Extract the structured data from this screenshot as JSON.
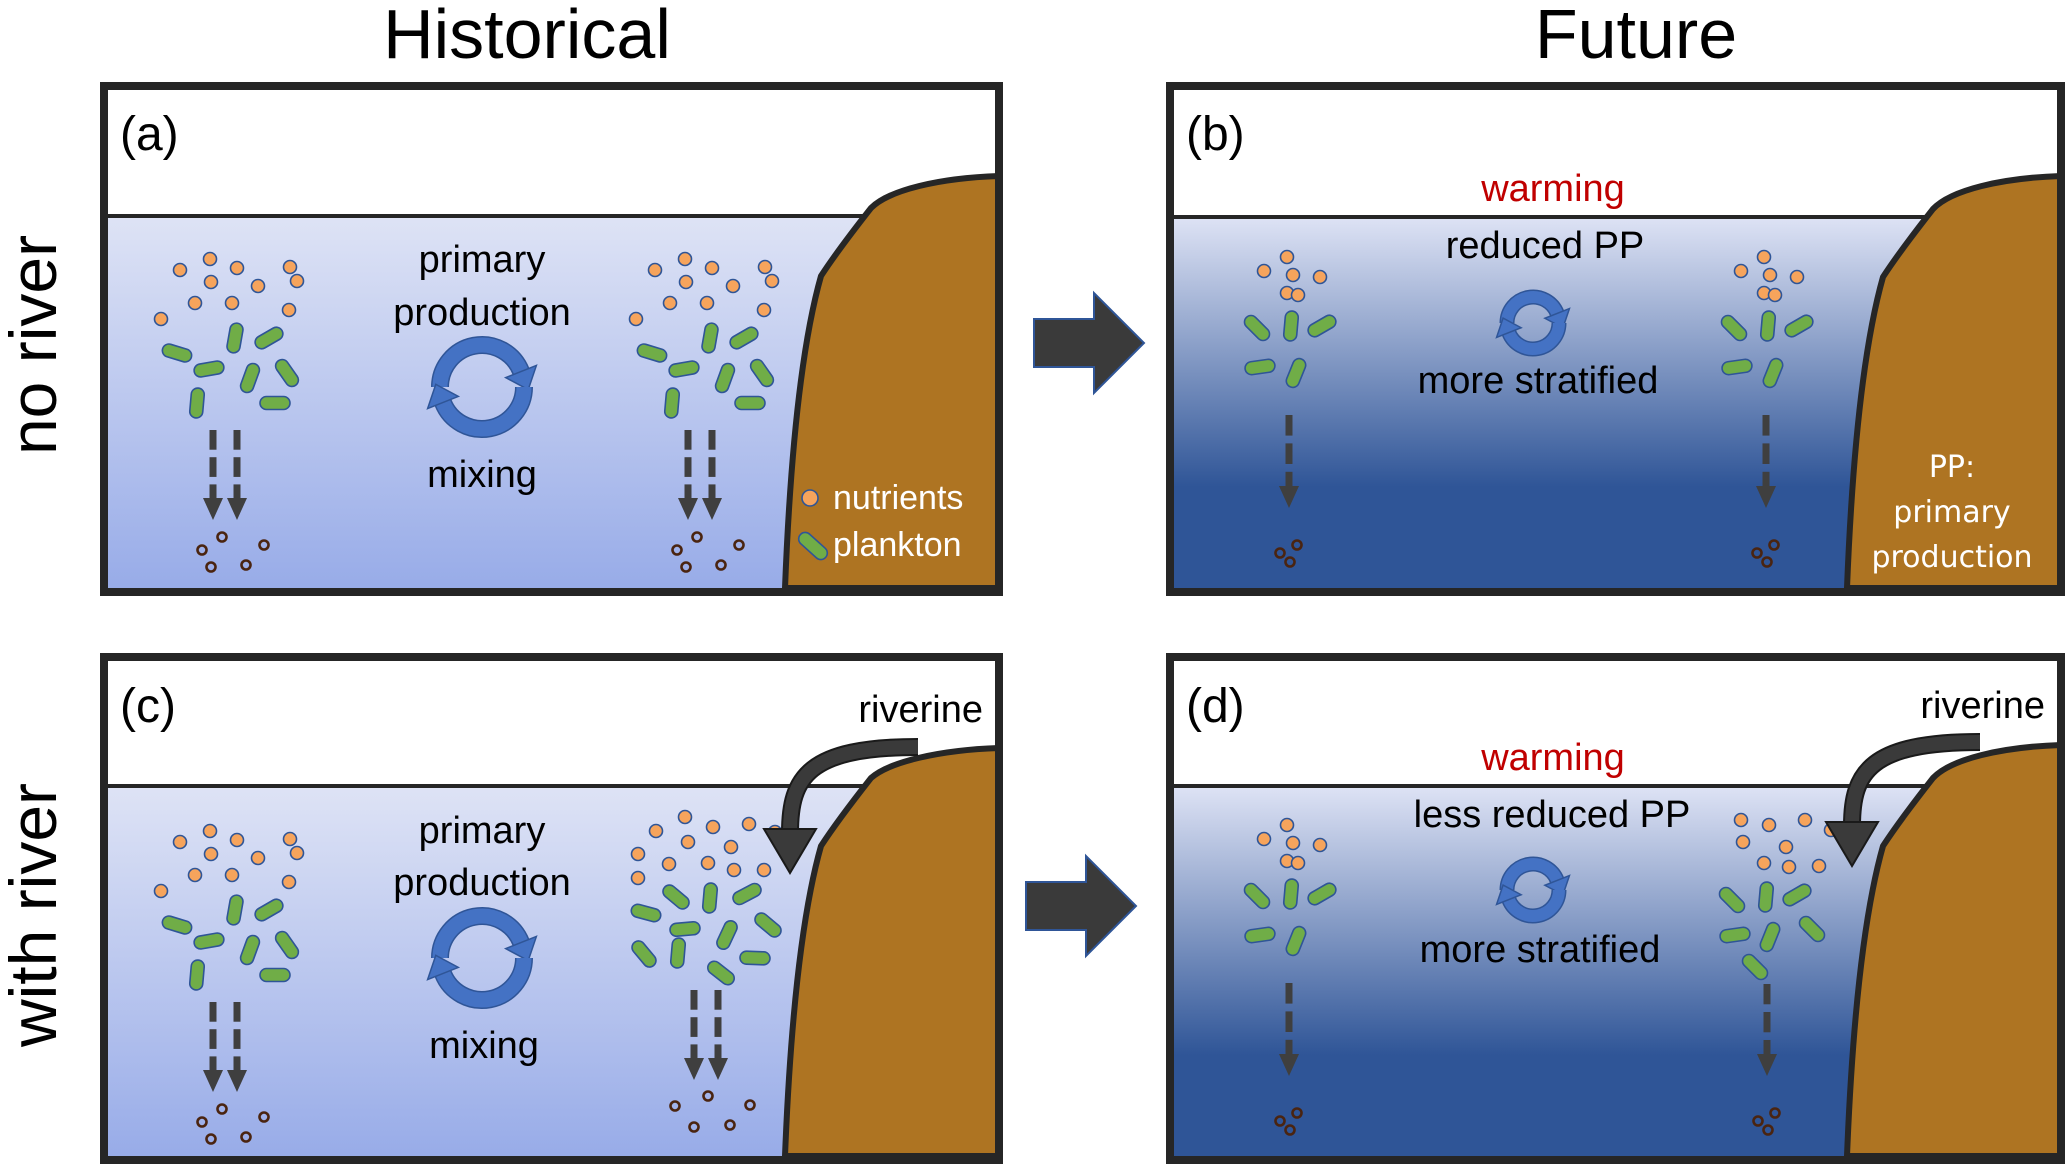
{
  "columns": {
    "historical": "Historical",
    "future": "Future"
  },
  "rows": {
    "no_river": "no river",
    "with_river": "with river"
  },
  "panels": {
    "a": {
      "label": "(a)",
      "process_line1": "primary",
      "process_line2": "production",
      "cycle_caption": "mixing",
      "legend": {
        "nutrients": "nutrients",
        "plankton": "plankton"
      }
    },
    "b": {
      "label": "(b)",
      "forcing": "warming",
      "pp_change": "reduced PP",
      "cycle_caption": "more stratified",
      "abbrev_note": {
        "line1": "PP:",
        "line2": "primary",
        "line3": "production"
      }
    },
    "c": {
      "label": "(c)",
      "process_line1": "primary",
      "process_line2": "production",
      "cycle_caption": "mixing",
      "river_label": "riverine"
    },
    "d": {
      "label": "(d)",
      "forcing": "warming",
      "pp_change": "less reduced PP",
      "cycle_caption": "more stratified",
      "river_label": "riverine"
    }
  },
  "legend_items": [
    {
      "symbol": "nutrient-dot",
      "label": "nutrients"
    },
    {
      "symbol": "plankton-rod",
      "label": "plankton"
    }
  ],
  "colors": {
    "nutrient_fill": "#F6A45C",
    "plankton_fill": "#70AD47",
    "symbol_outline": "#2F5597",
    "cycle_fill": "#4472C4",
    "land_fill": "#AE7422",
    "outline": "#262626",
    "arrow_fill": "#3A3A3A",
    "detritus": "#4A2410",
    "warming": "#C00000",
    "water_hist_top": "#DEE3F5",
    "water_hist_bottom": "#97ABE8",
    "water_future_top": "#DEE3F5",
    "water_future_bottom": "#2F5597"
  }
}
